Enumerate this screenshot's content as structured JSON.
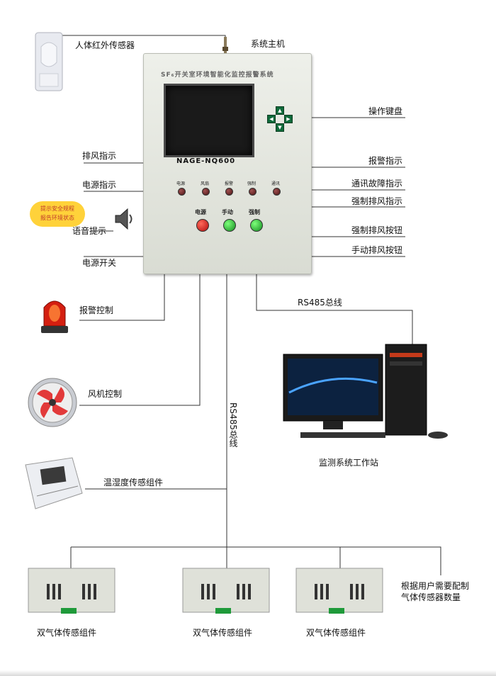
{
  "panel": {
    "title": "SF₆开关室环境智能化监控报警系统",
    "model": "NAGE-NQ600",
    "indicators": [
      "电源",
      "风扇",
      "报警",
      "强制",
      "通讯"
    ],
    "buttons": [
      "电源",
      "手动",
      "强制"
    ]
  },
  "labels": {
    "pir_sensor": "人体红外传感器",
    "host": "系统主机",
    "keypad": "操作键盘",
    "exhaust_indicator": "排风指示",
    "alarm_indicator": "报警指示",
    "power_indicator": "电源指示",
    "comm_fault_indicator": "通讯故障指示",
    "forced_exhaust_indicator": "强制排风指示",
    "voice_prompt": "语音提示",
    "forced_exhaust_button": "强制排风按钮",
    "manual_exhaust_button": "手动排风按钮",
    "power_switch": "电源开关",
    "alarm_control": "报警控制",
    "rs485_bus_right": "RS485总线",
    "fan_control": "风机控制",
    "rs485_bus_vertical": "RS485总线",
    "workstation": "监测系统工作站",
    "temp_humidity": "温湿度传感组件",
    "gas_module_1": "双气体传感组件",
    "gas_module_2": "双气体传感组件",
    "gas_module_3": "双气体传感组件",
    "config_note_line1": "根据用户需要配制",
    "config_note_line2": "气体传感器数量"
  },
  "bubble": {
    "line1": "提示安全规程",
    "line2": "报告环境状态"
  },
  "colors": {
    "line": "#333333",
    "alarm_lamp": "#d41f10",
    "green_button": "#22b533",
    "red_button": "#d42020",
    "bubble": "#ffd23a"
  }
}
